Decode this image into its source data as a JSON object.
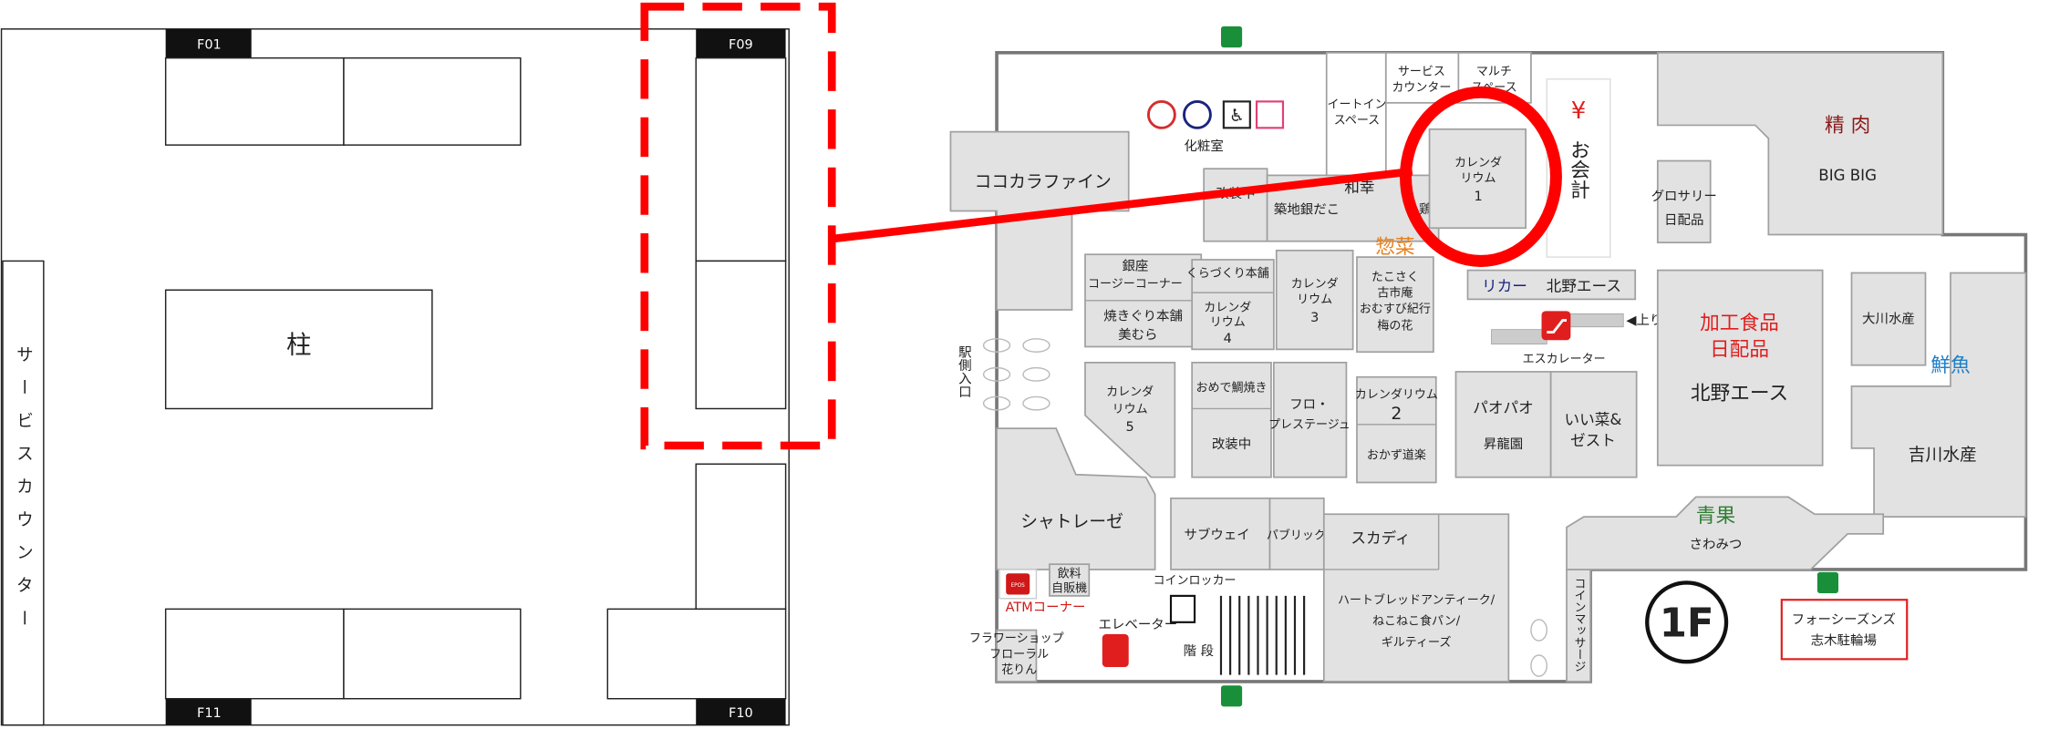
{
  "left_plan": {
    "booth_labels": [
      "F01",
      "F09",
      "F11",
      "F10"
    ],
    "pillar": "柱",
    "service_counter": "サービスカウンター"
  },
  "map": {
    "floor": "1F",
    "highlight_color": "#ff0000",
    "stores": {
      "kokokara": "ココカラファイン",
      "powder_room": "化粧室",
      "eat_in": [
        "イートイン",
        "スペース"
      ],
      "service_counter": [
        "サービス",
        "カウンター"
      ],
      "multi_space": [
        "マルチ",
        "スペース"
      ],
      "renovating_1": "改装中",
      "wako": "和幸",
      "gindako": "築地銀だこ",
      "tori": "鶏",
      "calendarium1": [
        "カレンダ",
        "リウム",
        "1"
      ],
      "checkout_yen": "¥",
      "checkout": "お会計",
      "grocery": [
        "グロサリー",
        "日配品"
      ],
      "meat": "精 肉",
      "bigbig": "BIG BIG",
      "sozai": "惣菜",
      "ginza": [
        "銀座",
        "コージーコーナー"
      ],
      "yakiguri": [
        "焼きぐり本舗",
        "美むら"
      ],
      "kurazukuri": "くらづくり本舗",
      "calendarium4": [
        "カレンダ",
        "リウム",
        "4"
      ],
      "calendarium3": [
        "カレンダ",
        "リウム",
        "3"
      ],
      "takosaku": [
        "たこさく",
        "古市庵",
        "おむすび紀行",
        "梅の花"
      ],
      "liquor": "リカー",
      "liquor_kitano": "北野エース",
      "escalator": "エスカレーター",
      "up": "◀上り",
      "processed": [
        "加工食品",
        "日配品"
      ],
      "kitano_ace": "北野エース",
      "okawa": "大川水産",
      "fish": "鮮魚",
      "yoshikawa": "吉川水産",
      "station_entrance": "駅側入口",
      "calendarium5": [
        "カレンダ",
        "リウム",
        "5"
      ],
      "taiyaki": "おめで鯛焼き",
      "renovating_2": "改装中",
      "prestige": [
        "フロ・",
        "プレステージュ"
      ],
      "calendarium2": [
        "カレンダリウム",
        "2"
      ],
      "okazu": "おかず道楽",
      "paopao": [
        "パオパオ",
        "昇龍園"
      ],
      "iisai": [
        "いい菜&",
        "ゼスト"
      ],
      "chateraise": "シャトレーゼ",
      "subway": "サブウェイ",
      "public": "パブリック",
      "skady": "スカディ",
      "heartbread": [
        "ハートブレッドアンティーク/",
        "ねこねこ食パン/",
        "ギルティーズ"
      ],
      "coin_massage": "コインマッサージ",
      "produce": "青果",
      "sawamitsu": "さわみつ",
      "bike_parking": [
        "フォーシーズンズ",
        "志木駐輪場"
      ],
      "epos": "EPOS",
      "vending": [
        "飲料",
        "自販機"
      ],
      "atm": "ATMコーナー",
      "elevator": "エレベーター",
      "coin_locker": "コインロッカー",
      "stairs": "階 段",
      "flower": [
        "フラワーショップ",
        "フローラル",
        "花りん"
      ]
    },
    "colors": {
      "meat": "#8b1c1c",
      "sozai": "#e8801e",
      "liquor": "#1a237e",
      "processed": "#e01e1e",
      "fish": "#1e80c8",
      "produce": "#2e7d32",
      "atm": "#d01818",
      "exit": "#1a8f3a"
    }
  }
}
